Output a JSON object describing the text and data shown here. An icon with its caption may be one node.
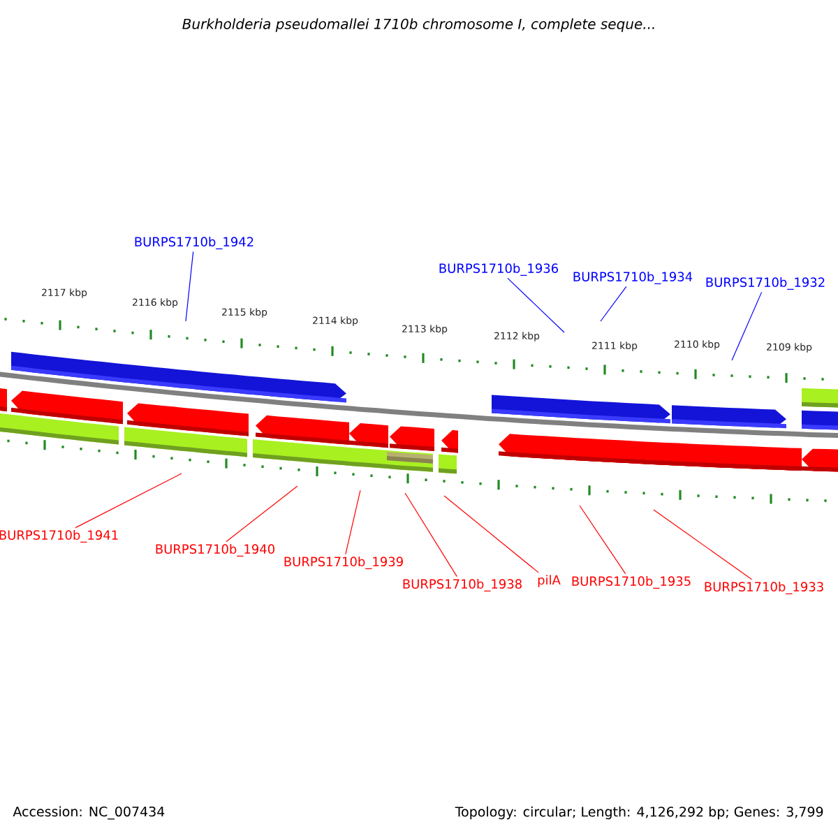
{
  "diagram": {
    "title": "*Burkholderia pseudomallei* 1710b chromosome I, complete seque...",
    "nodes": [
      {
        "text": [
          "BURPS1710b_1942"
        ]
      },
      {
        "text": [
          "BURPS1710b_1936"
        ]
      },
      {
        "text": [
          "BURPS1710b_1934"
        ]
      },
      {
        "text": [
          "BURPS1710b_1932"
        ]
      },
      {
        "text": [
          "BURPS1710b_1941"
        ]
      },
      {
        "text": [
          "BURPS1710b_1940"
        ]
      },
      {
        "text": [
          "BURPS1710b_1939"
        ]
      },
      {
        "text": [
          "BURPS1710b_1938"
        ]
      },
      {
        "text": [
          "pilA"
        ]
      },
      {
        "text": [
          "BURPS1710b_1935"
        ]
      },
      {
        "text": [
          "BURPS1710b_1933"
        ]
      }
    ],
    "edges": [
      {
        "from": 0,
        "to": null,
        "arrow": "none",
        "color": "#0000ff"
      },
      {
        "from": 1,
        "to": null,
        "arrow": "none",
        "color": "#0000ff"
      },
      {
        "from": 2,
        "to": null,
        "arrow": "none",
        "color": "#0000ff"
      },
      {
        "from": 3,
        "to": null,
        "arrow": "none",
        "color": "#0000ff"
      },
      {
        "from": 4,
        "to": null,
        "arrow": "none"
      },
      {
        "from": 5,
        "to": null,
        "arrow": "none"
      },
      {
        "from": 6,
        "to": null,
        "arrow": "none"
      },
      {
        "from": 7,
        "to": null,
        "arrow": "none"
      },
      {
        "from": 8,
        "to": null,
        "arrow": "none"
      },
      {
        "from": 9,
        "to": null,
        "arrow": "none"
      },
      {
        "from": 10,
        "to": null,
        "arrow": "none"
      }
    ],
    "labels": [
      "2117 kbp",
      "2116 kbp",
      "2115 kbp",
      "2114 kbp",
      "2113 kbp",
      "2112 kbp",
      "2111 kbp",
      "2110 kbp",
      "2109 kbp",
      "Accession: NC_007434",
      "Topology: circular; Length: 4,126,292 bp; Genes: 3,799"
    ]
  }
}
